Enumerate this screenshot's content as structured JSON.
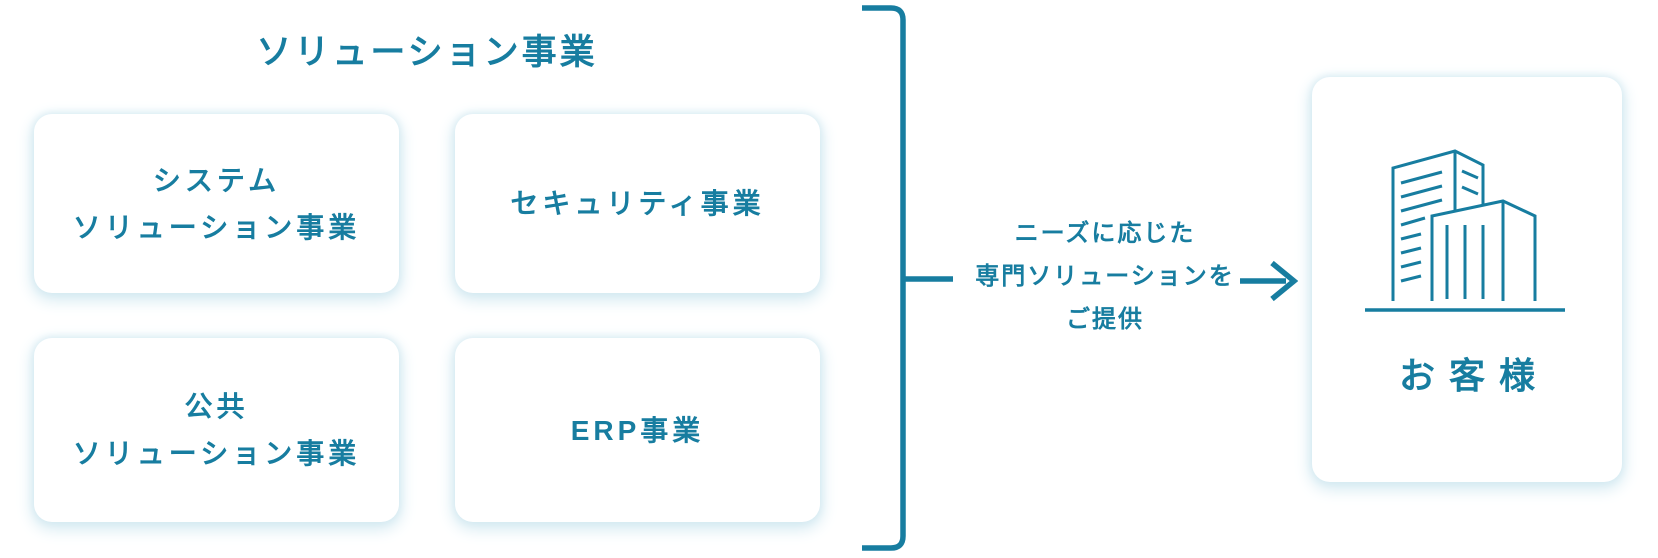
{
  "colors": {
    "accent": "#177DA0",
    "card_glow": "#D3E9F1",
    "background": "#FFFFFF"
  },
  "group": {
    "title": "ソリューション事業",
    "cards": [
      {
        "name": "system-solution",
        "lines": [
          "システム",
          "ソリューション事業"
        ]
      },
      {
        "name": "security",
        "lines": [
          "セキュリティ事業"
        ]
      },
      {
        "name": "public-solution",
        "lines": [
          "公共",
          "ソリューション事業"
        ]
      },
      {
        "name": "erp",
        "lines": [
          "ERP事業"
        ]
      }
    ]
  },
  "flow": {
    "lines": [
      "ニーズに応じた",
      "専門ソリューションを",
      "ご提供"
    ],
    "arrow_icon": "right-arrow-icon"
  },
  "customer": {
    "icon": "office-building-icon",
    "label": "お客様"
  }
}
